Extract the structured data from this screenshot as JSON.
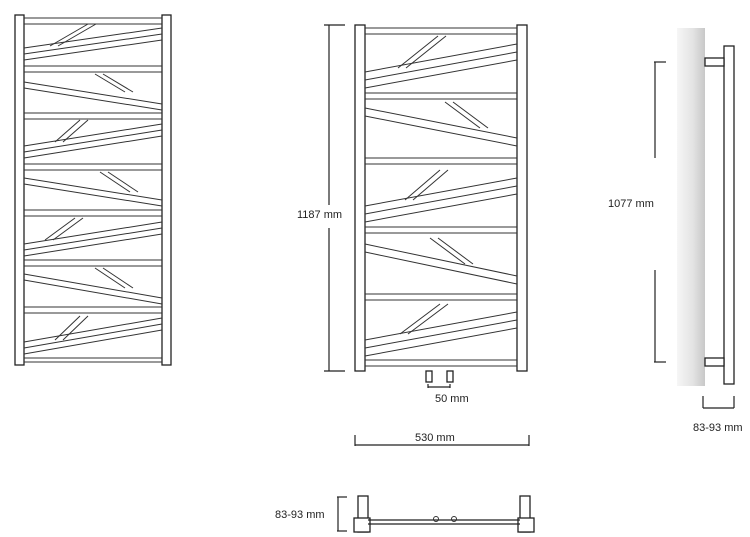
{
  "dimensions": {
    "height_total": "1187 mm",
    "height_axis": "1077 mm",
    "width_total": "530 mm",
    "connection_spacing": "50 mm",
    "depth_side": "83-93 mm",
    "depth_bottom": "83-93 mm"
  },
  "colors": {
    "line": "#222222",
    "wall_light": "#f4f4f4",
    "wall_dark": "#c9c9c9"
  }
}
